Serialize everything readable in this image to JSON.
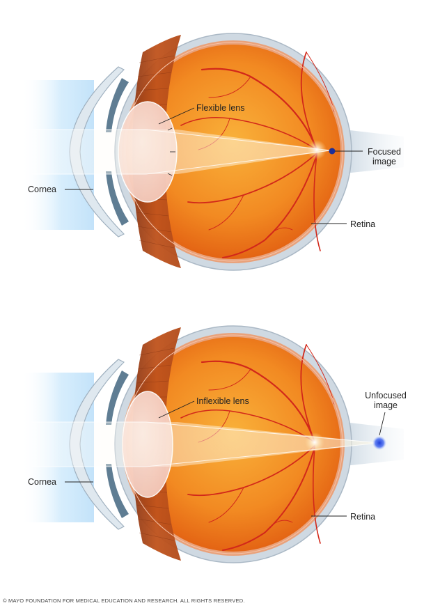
{
  "top_diagram": {
    "lens_label": "Flexible lens",
    "cornea_label": "Cornea",
    "image_label": "Focused\nimage",
    "retina_label": "Retina"
  },
  "bottom_diagram": {
    "lens_label": "Inflexible lens",
    "cornea_label": "Cornea",
    "image_label": "Unfocused\nimage",
    "retina_label": "Retina"
  },
  "copyright": "© MAYO FOUNDATION FOR MEDICAL EDUCATION AND RESEARCH. ALL RIGHTS RESERVED.",
  "colors": {
    "sclera": "#cfd9e2",
    "choroid": "#e9a27b",
    "vitreous_inner": "#f6a534",
    "vitreous_outer": "#e4600e",
    "vessel": "#d2281a",
    "light_glow": "#bfe3fb",
    "focus_dot": "#1c2e9a",
    "unfocus_dot": "#2a46e0"
  }
}
